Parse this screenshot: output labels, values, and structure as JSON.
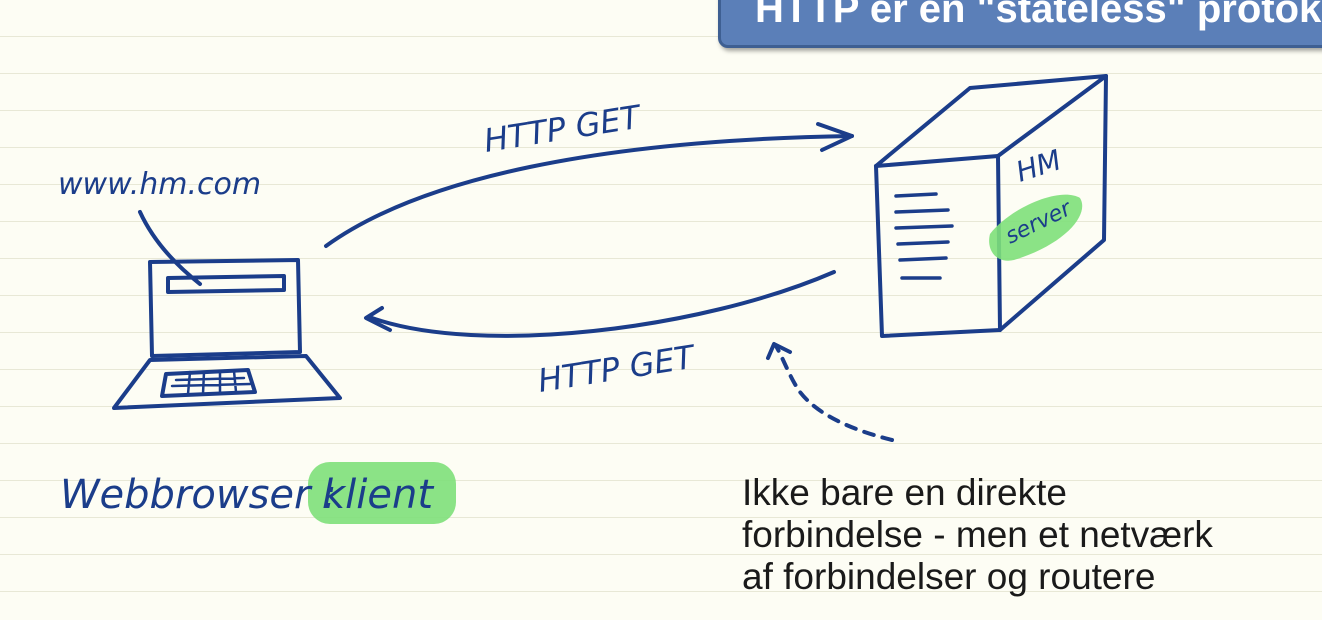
{
  "title": "HTTP er en \"stateless\" protokol",
  "labels": {
    "url": "www.hm.com",
    "request": "HTTP GET",
    "response": "HTTP GET",
    "server_line1": "HM",
    "server_line2": "server",
    "client_prefix": "Webbrowser :",
    "client_highlight": "klient"
  },
  "note_lines": [
    "Ikke bare en direkte",
    "forbindelse - men et netværk",
    "af forbindelser og routere"
  ],
  "colors": {
    "ink": "#1b3d8a",
    "highlight": "#7ee07a",
    "title_bg": "#5b7fb8",
    "paper": "#fdfdf4"
  }
}
